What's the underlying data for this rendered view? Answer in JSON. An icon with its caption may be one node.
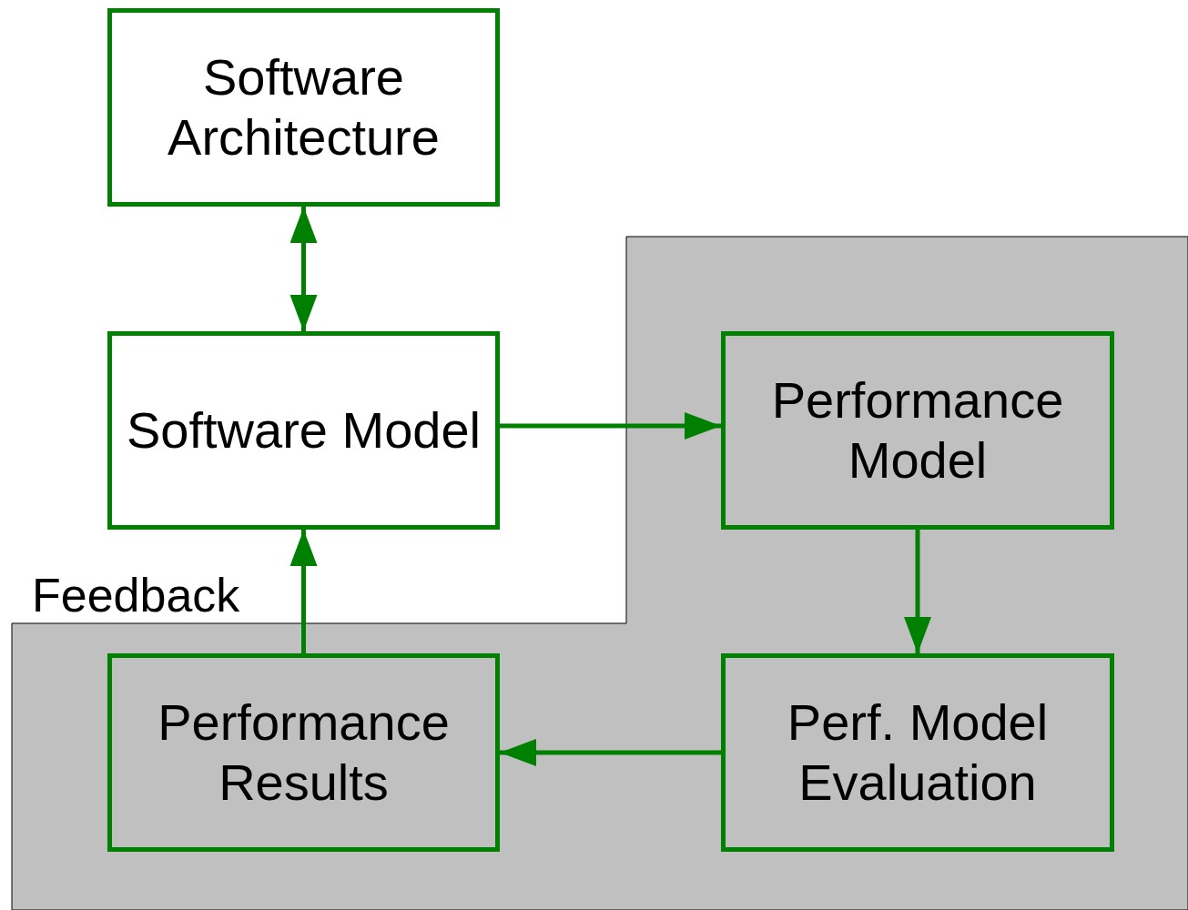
{
  "diagram": {
    "nodes": [
      {
        "text": [
          "Software Architecture"
        ]
      },
      {
        "text": [
          "Software Model"
        ]
      },
      {
        "text": [
          "Performance Model"
        ]
      },
      {
        "text": [
          "Performance Results"
        ]
      },
      {
        "text": [
          "Perf. Model Evaluation"
        ]
      }
    ],
    "edges": [
      {
        "from": 0,
        "to": 1,
        "arrow": "both"
      },
      {
        "from": 1,
        "to": 2,
        "arrow": "to"
      },
      {
        "from": 2,
        "to": 4,
        "arrow": "to"
      },
      {
        "from": 4,
        "to": 3,
        "arrow": "to"
      },
      {
        "from": 3,
        "to": 1,
        "arrow": "to",
        "label": "Feedback"
      }
    ]
  }
}
